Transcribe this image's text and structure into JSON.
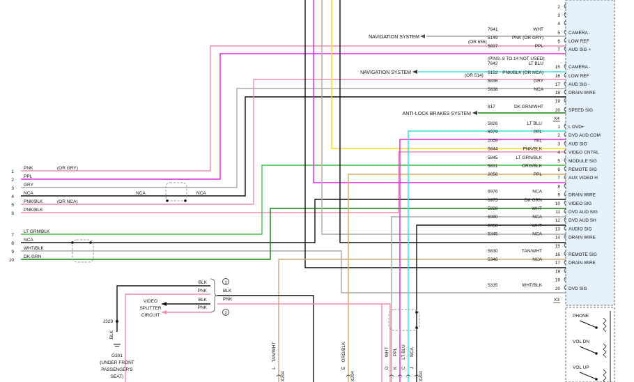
{
  "colors": {
    "pnk": "#f08cb0",
    "ppl": "#e020e0",
    "gry": "#a8a8a8",
    "blk": "#111111",
    "ltgrn": "#40c040",
    "dkgrn": "#108010",
    "ltblu": "#30e0e0",
    "yel": "#f0e000",
    "org": "#d8a860",
    "tan": "#c8a878",
    "panel": "#e6f2fb"
  },
  "left_connector": {
    "wires": [
      {
        "pin": "1",
        "color": "PNK",
        "extra": "(OR GRY)"
      },
      {
        "pin": "2",
        "color": "PPL",
        "extra": ""
      },
      {
        "pin": "3",
        "color": "GRY",
        "extra": ""
      },
      {
        "pin": "4",
        "color": "NCA",
        "extra": ""
      },
      {
        "pin": "5",
        "color": "PNK/BLK",
        "extra": "(OR NCA)"
      },
      {
        "pin": "6",
        "color": "PNK/BLK",
        "extra": ""
      },
      {
        "pin": "7",
        "color": "LT GRN/BLK",
        "extra": ""
      },
      {
        "pin": "8",
        "color": "NCA",
        "extra": ""
      },
      {
        "pin": "9",
        "color": "WHT/BLK",
        "extra": ""
      },
      {
        "pin": "10",
        "color": "DK GRN",
        "extra": ""
      }
    ],
    "nca_a": "NCA",
    "nca_b": "NCA"
  },
  "x4": {
    "label": "X4",
    "pins": [
      {
        "pin": "2",
        "circuit": "",
        "color": "",
        "signal": ""
      },
      {
        "pin": "3",
        "circuit": "",
        "color": "",
        "signal": ""
      },
      {
        "pin": "4",
        "circuit": "",
        "color": "",
        "signal": ""
      },
      {
        "pin": "5",
        "circuit": "7641",
        "color": "WHT",
        "signal": "CAMERA -"
      },
      {
        "pin": "6",
        "circuit": "5149",
        "color": "PNK     (OR GRY)",
        "signal": "LOW REF"
      },
      {
        "pin": "7",
        "circuit": "5837",
        "color": "PPL",
        "signal": "AUD SIG +"
      },
      {
        "pin": "15",
        "circuit": "7642",
        "color": "LT BLU",
        "signal": "CAMERA -"
      },
      {
        "pin": "16",
        "circuit": "5152",
        "color": "PNK/BLK    (OR NCA)",
        "signal": "LOW REF"
      },
      {
        "pin": "17",
        "circuit": "5836",
        "color": "GRY",
        "signal": "AUD SIG -"
      },
      {
        "pin": "18",
        "circuit": "5838",
        "color": "NCA",
        "signal": "DRAIN WIRE"
      },
      {
        "pin": "19",
        "circuit": "",
        "color": "",
        "signal": ""
      },
      {
        "pin": "20",
        "circuit": "817",
        "color": "DK GRN/WHT",
        "signal": "SPEED SIG"
      }
    ],
    "alt_655": "(OR 655)",
    "alt_514": "(OR 514)",
    "pins_note": "(PINS: 8 TO 14 NOT USED)",
    "nav1": "NAVIGATION SYSTEM",
    "nav2": "NAVIGATION SYSTEM",
    "abs": "ANTI-LOCK BRAKES SYSTEM"
  },
  "x3": {
    "label": "X3",
    "pins": [
      {
        "pin": "1",
        "circuit": "5826",
        "color": "LT BLU",
        "signal": "L DVD+"
      },
      {
        "pin": "2",
        "circuit": "6979",
        "color": "PPL",
        "signal": "DVD AUD COM"
      },
      {
        "pin": "3",
        "circuit": "2059",
        "color": "YEL",
        "signal": "AUD SIG"
      },
      {
        "pin": "4",
        "circuit": "5844",
        "color": "PNK/BLK",
        "signal": "VIDEO CNTRL"
      },
      {
        "pin": "5",
        "circuit": "5845",
        "color": "LT GRN/BLK",
        "signal": "MODULE SIG"
      },
      {
        "pin": "6",
        "circuit": "5831",
        "color": "ORG/BLK",
        "signal": "REMOTE SIG"
      },
      {
        "pin": "7",
        "circuit": "2056",
        "color": "PPL",
        "signal": "AUX VIDEO H"
      },
      {
        "pin": "8",
        "circuit": "",
        "color": "",
        "signal": ""
      },
      {
        "pin": "9",
        "circuit": "6976",
        "color": "NCA",
        "signal": "DRAIN WIRE"
      },
      {
        "pin": "10",
        "circuit": "6975",
        "color": "DK GRN",
        "signal": "VIDEO SIG"
      },
      {
        "pin": "11",
        "circuit": "5828",
        "color": "WHT",
        "signal": "DVD AUD SIG"
      },
      {
        "pin": "12",
        "circuit": "6980",
        "color": "NCA",
        "signal": "DVD AUD SH"
      },
      {
        "pin": "13",
        "circuit": "2058",
        "color": "WHT",
        "signal": "AUDIO SIG"
      },
      {
        "pin": "14",
        "circuit": "5345",
        "color": "NCA",
        "signal": "DRAIN WIRE"
      },
      {
        "pin": "15",
        "circuit": "",
        "color": "",
        "signal": ""
      },
      {
        "pin": "16",
        "circuit": "5830",
        "color": "TAN/WHT",
        "signal": "REMOTE SIG"
      },
      {
        "pin": "17",
        "circuit": "5346",
        "color": "NCA",
        "signal": "DRAIN WIRE"
      },
      {
        "pin": "18",
        "circuit": "",
        "color": "",
        "signal": ""
      },
      {
        "pin": "19",
        "circuit": "",
        "color": "",
        "signal": ""
      },
      {
        "pin": "20",
        "circuit": "5335",
        "color": "WHT/BLK",
        "signal": "DVD SIG"
      }
    ]
  },
  "splitter": {
    "name_l1": "VIDEO",
    "name_l2": "SPLITTER",
    "name_l3": "CIRCUIT",
    "v1": "1",
    "v2": "2",
    "out_blk1": "BLK",
    "out_pnk1": "PNK",
    "out_blk2": "BLK",
    "out_pnk2": "PNK",
    "in_blk": "BLK",
    "in_pnk": "PNK"
  },
  "ground": {
    "j329": "J329",
    "blk": "BLK",
    "g301": "G301",
    "loc1": "(UNDER FRONT",
    "loc2": "PASSENGER'S",
    "loc3": "SEAT)"
  },
  "bottom": {
    "labels": [
      {
        "pin": "L",
        "color": "TAN/WHT",
        "conn": "X204"
      },
      {
        "pin": "E",
        "color": "ORG/BLK",
        "conn": "X204"
      },
      {
        "pin": "D",
        "color": "WHT",
        "conn": ""
      },
      {
        "pin": "K",
        "color": "PPL",
        "conn": ""
      },
      {
        "pin": "C",
        "color": "LT BLU",
        "conn": ""
      },
      {
        "pin": "J",
        "color": "NCA",
        "conn": "X204"
      }
    ]
  },
  "switches": {
    "phone": "PHONE",
    "vol_dn": "VOL DN",
    "vol_up": "VOL UP"
  }
}
